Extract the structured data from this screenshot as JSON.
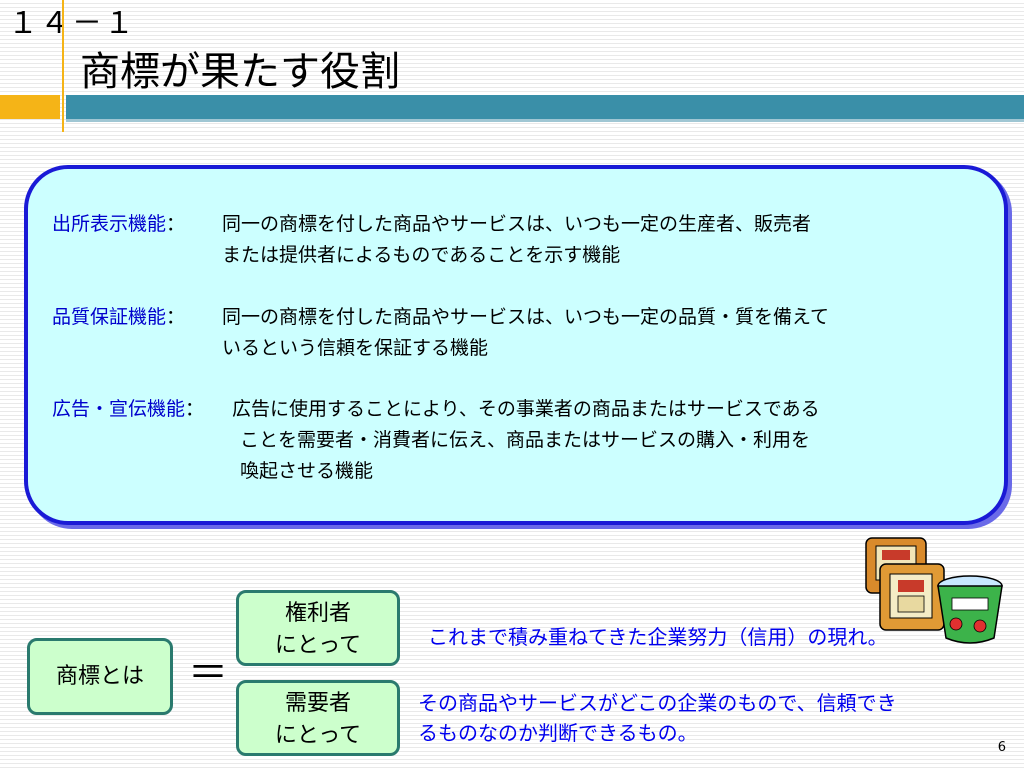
{
  "slide": {
    "number_label": "１４－１",
    "title": "商標が果たす役割",
    "page_number": "6"
  },
  "colors": {
    "accent": "#f5b417",
    "title_bar": "#3a8fa8",
    "panel_fill": "#ccffff",
    "panel_border": "#1a1ad6",
    "label_blue": "#0000cc",
    "box_fill": "#ccffcc",
    "box_border": "#2a7a6e",
    "note_blue": "#0000ee"
  },
  "functions": [
    {
      "label": "出所表示機能",
      "colon": "：",
      "lines": [
        "同一の商標を付した商品やサービスは、いつも一定の生産者、販売者",
        "または提供者によるものであることを示す機能"
      ]
    },
    {
      "label": "品質保証機能",
      "colon": "：",
      "lines": [
        "同一の商標を付した商品やサービスは、いつも一定の品質・質を備えて",
        "いるという信頼を保証する機能"
      ]
    },
    {
      "label": "広告・宣伝機能",
      "colon": "：",
      "lines": [
        "広告に使用することにより、その事業者の商品またはサービスである",
        "ことを需要者・消費者に伝え、商品またはサービスの購入・利用を",
        "喚起させる機能"
      ]
    }
  ],
  "diagram": {
    "trademark_label": "商標とは",
    "equals": "＝",
    "holder_lines": [
      "権利者",
      "にとって"
    ],
    "consumer_lines": [
      "需要者",
      "にとって"
    ],
    "holder_note": "これまで積み重ねてきた企業努力（信用）の現れ。",
    "consumer_note_lines": [
      "その商品やサービスがどこの企業のもので、信頼でき",
      "るものなのか判断できるもの。"
    ]
  },
  "illustration": {
    "description_icon": "food-packages-icon"
  }
}
